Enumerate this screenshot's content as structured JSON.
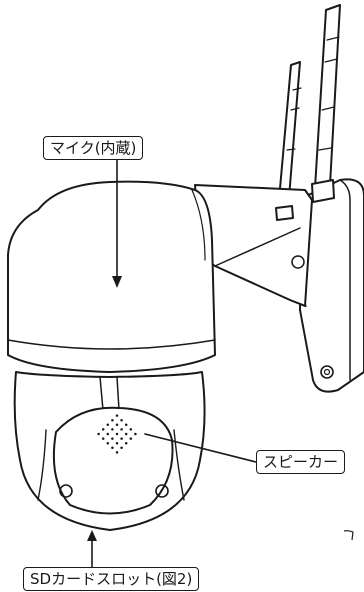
{
  "callouts": {
    "microphone": "マイク(内蔵)",
    "speaker": "スピーカー",
    "sd_card_slot": "SDカードスロット(図2)"
  }
}
